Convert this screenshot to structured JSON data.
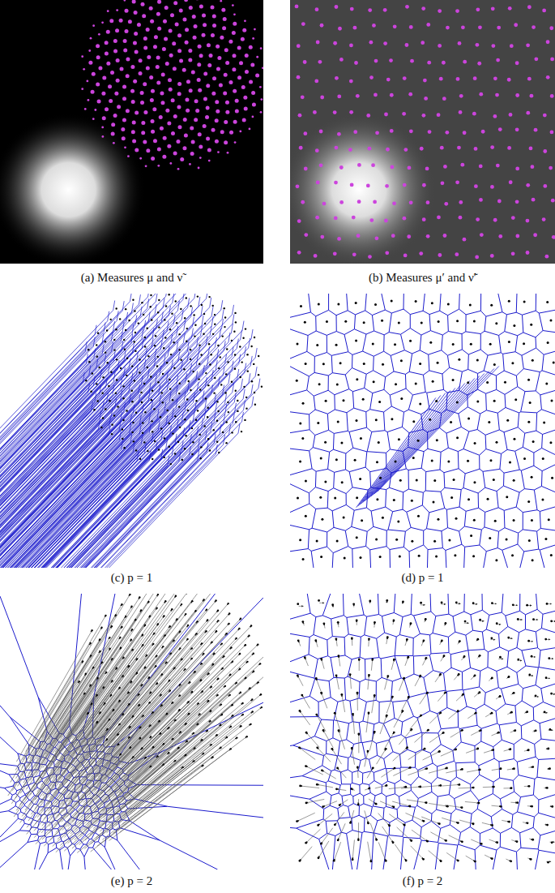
{
  "diagram": {
    "labels": [
      "(a) Measures μ and ν̃",
      "(b) Measures μ′ and ν̃′",
      "(c) p = 1",
      "(d) p = 1",
      "(e) p = 2",
      "(f) p = 2"
    ]
  }
}
